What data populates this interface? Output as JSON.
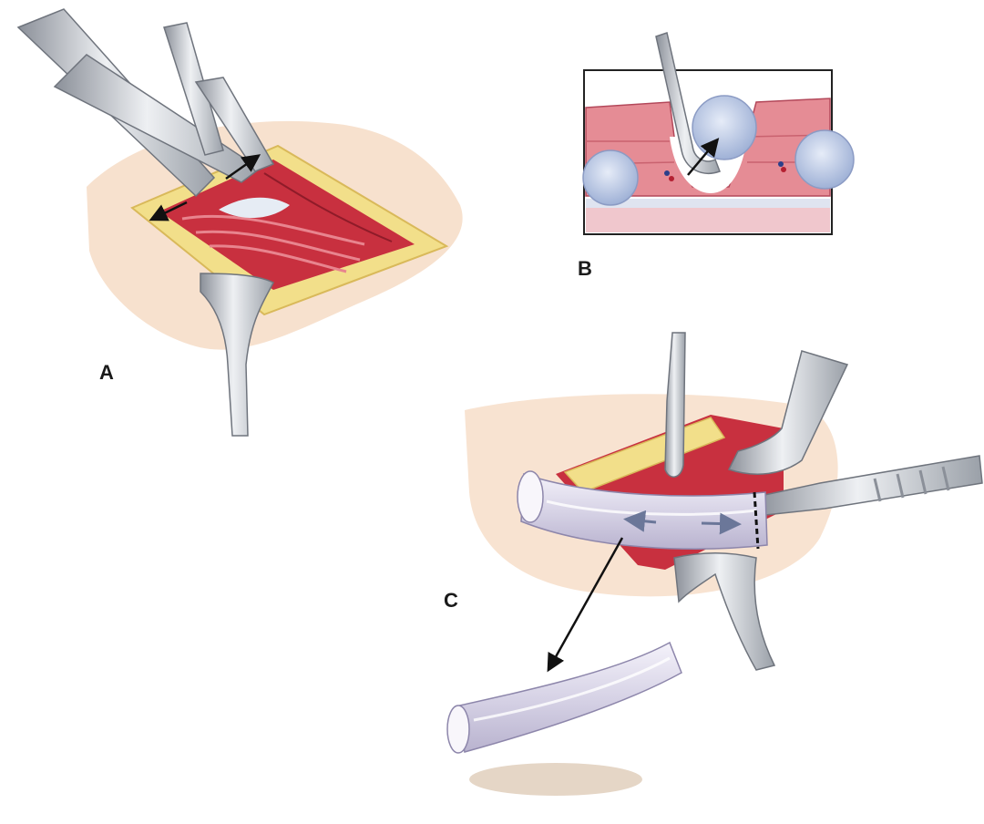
{
  "panels": {
    "a": {
      "label": "A"
    },
    "b": {
      "label": "B"
    },
    "c": {
      "label": "C"
    }
  },
  "colors": {
    "skin": "#f6dcc6",
    "skin_shadow": "#e9bfa0",
    "fat": "#f2df8a",
    "muscle": "#c8303f",
    "muscle_light": "#e8848e",
    "tendon": "#bfc6dd",
    "tendon_highlight": "#eef0f8",
    "instrument": "#c9ccd2",
    "instrument_dark": "#7d828c",
    "arrow": "#111111",
    "inset_border": "#222222"
  }
}
